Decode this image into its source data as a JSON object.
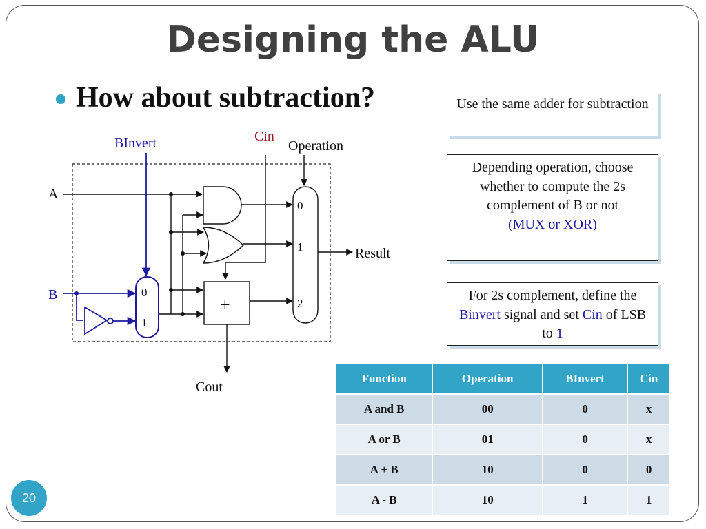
{
  "title": "Designing the ALU",
  "bullet": "How about subtraction?",
  "diagram": {
    "binvert": "BInvert",
    "cin": "Cin",
    "operation": "Operation",
    "a": "A",
    "b": "B",
    "result": "Result",
    "cout": "Cout",
    "mux_b": [
      "0",
      "1"
    ],
    "mux_out": [
      "0",
      "1",
      "2"
    ],
    "adder_symbol": "+"
  },
  "box1": {
    "text": "Use the same adder for subtraction"
  },
  "box2": {
    "line1": "Depending operation, choose whether to compute the 2s complement of B or not",
    "line2": "(MUX or XOR)"
  },
  "box3": {
    "p1": "For 2s complement, define the ",
    "binvert": "Binvert",
    "p2": " signal and set ",
    "cin": "Cin",
    "p3": " of LSB to ",
    "one": "1"
  },
  "table": {
    "headers": [
      "Function",
      "Operation",
      "BInvert",
      "Cin"
    ],
    "rows": [
      [
        "A and B",
        "00",
        "0",
        "x"
      ],
      [
        "A or B",
        "01",
        "0",
        "x"
      ],
      [
        "A + B",
        "10",
        "0",
        "0"
      ],
      [
        "A - B",
        "10",
        "1",
        "1"
      ]
    ]
  },
  "slide_number": "20",
  "colors": {
    "accent": "#31a4c8",
    "blue_label": "#1d1aa0",
    "red_label": "#a31b2c"
  }
}
